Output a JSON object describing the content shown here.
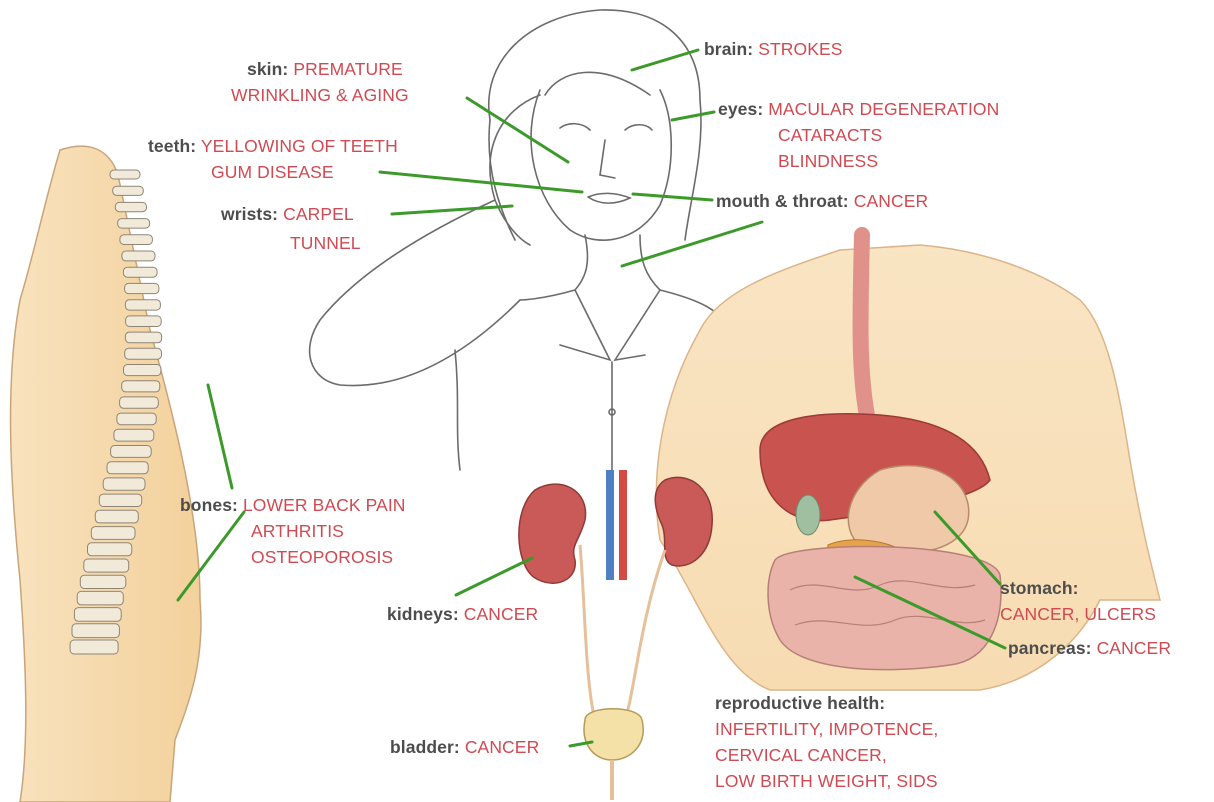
{
  "colors": {
    "organ_text": "#4d4d4d",
    "condition_text": "#cf4a52",
    "leader_line": "#3c9a2a",
    "skin": "#f6dcb0",
    "organ_red": "#c95a57"
  },
  "labels": {
    "brain": {
      "organ": "brain:",
      "conditions": [
        "STROKES"
      ]
    },
    "skin": {
      "organ": "skin:",
      "conditions": [
        "PREMATURE",
        "WRINKLING & AGING"
      ]
    },
    "eyes": {
      "organ": "eyes:",
      "conditions": [
        "MACULAR DEGENERATION",
        "CATARACTS",
        "BLINDNESS"
      ]
    },
    "teeth": {
      "organ": "teeth:",
      "conditions": [
        "YELLOWING OF TEETH",
        "GUM DISEASE"
      ]
    },
    "mouth": {
      "organ": "mouth & throat:",
      "conditions": [
        "CANCER"
      ]
    },
    "wrists": {
      "organ": "wrists:",
      "conditions": [
        "CARPEL",
        "TUNNEL"
      ]
    },
    "bones": {
      "organ": "bones:",
      "conditions": [
        "LOWER BACK PAIN",
        "ARTHRITIS",
        "OSTEOPOROSIS"
      ]
    },
    "kidneys": {
      "organ": "kidneys:",
      "conditions": [
        "CANCER"
      ]
    },
    "stomach": {
      "organ": "stomach:",
      "conditions": [
        "CANCER, ULCERS"
      ]
    },
    "pancreas": {
      "organ": "pancreas:",
      "conditions": [
        "CANCER"
      ]
    },
    "reproductive": {
      "organ": "reproductive health:",
      "conditions": [
        "INFERTILITY, IMPOTENCE,",
        "CERVICAL CANCER,",
        "LOW BIRTH WEIGHT, SIDS"
      ]
    },
    "bladder": {
      "organ": "bladder:",
      "conditions": [
        "CANCER"
      ]
    }
  }
}
